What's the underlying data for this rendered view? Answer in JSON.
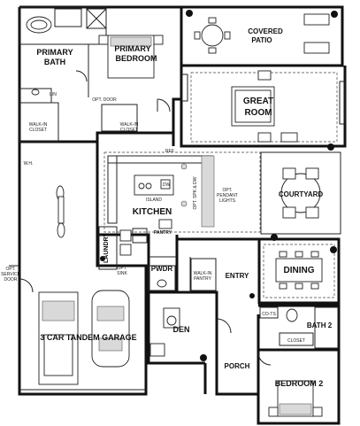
{
  "rooms": {
    "primary_bath": [
      "PRIMARY",
      "BATH"
    ],
    "primary_bedroom": [
      "PRIMARY",
      "BEDROOM"
    ],
    "covered_patio": [
      "COVERED",
      "PATIO"
    ],
    "great_room": [
      "GREAT",
      "ROOM"
    ],
    "courtyard": "COURTYARD",
    "kitchen": "KITCHEN",
    "island": "ISLAND",
    "dining": "DINING",
    "pantry": "PANTRY",
    "laundry": "LAUNDRY",
    "pwdr": "PWDR",
    "entry": "ENTRY",
    "den": "DEN",
    "porch": "PORCH",
    "bath2": "BATH 2",
    "bedroom2": "BEDROOM 2",
    "garage": "3 CAR TANDEM GARAGE"
  },
  "notes": {
    "walkin_closet_left": [
      "WALK-IN",
      "CLOSET"
    ],
    "walkin_closet_right": [
      "WALK-IN",
      "CLOSET"
    ],
    "walkin_pantry": [
      "WALK-IN",
      "PANTRY"
    ],
    "opt_door": "OPT. DOOR",
    "opt_sink": [
      "OPT.",
      "SINK"
    ],
    "opt_service_door": [
      "OPT.",
      "SERVICE",
      "DOOR"
    ],
    "opt_pendant": [
      "OPT.",
      "PENDANT",
      "LIGHTS"
    ],
    "opt_spk": "OPT. SPK & DW",
    "ref": "REF",
    "linen": "LIN",
    "coats": "CO-TS",
    "closet": "CLOSET",
    "dw": "DW",
    "wh": "W.H."
  }
}
